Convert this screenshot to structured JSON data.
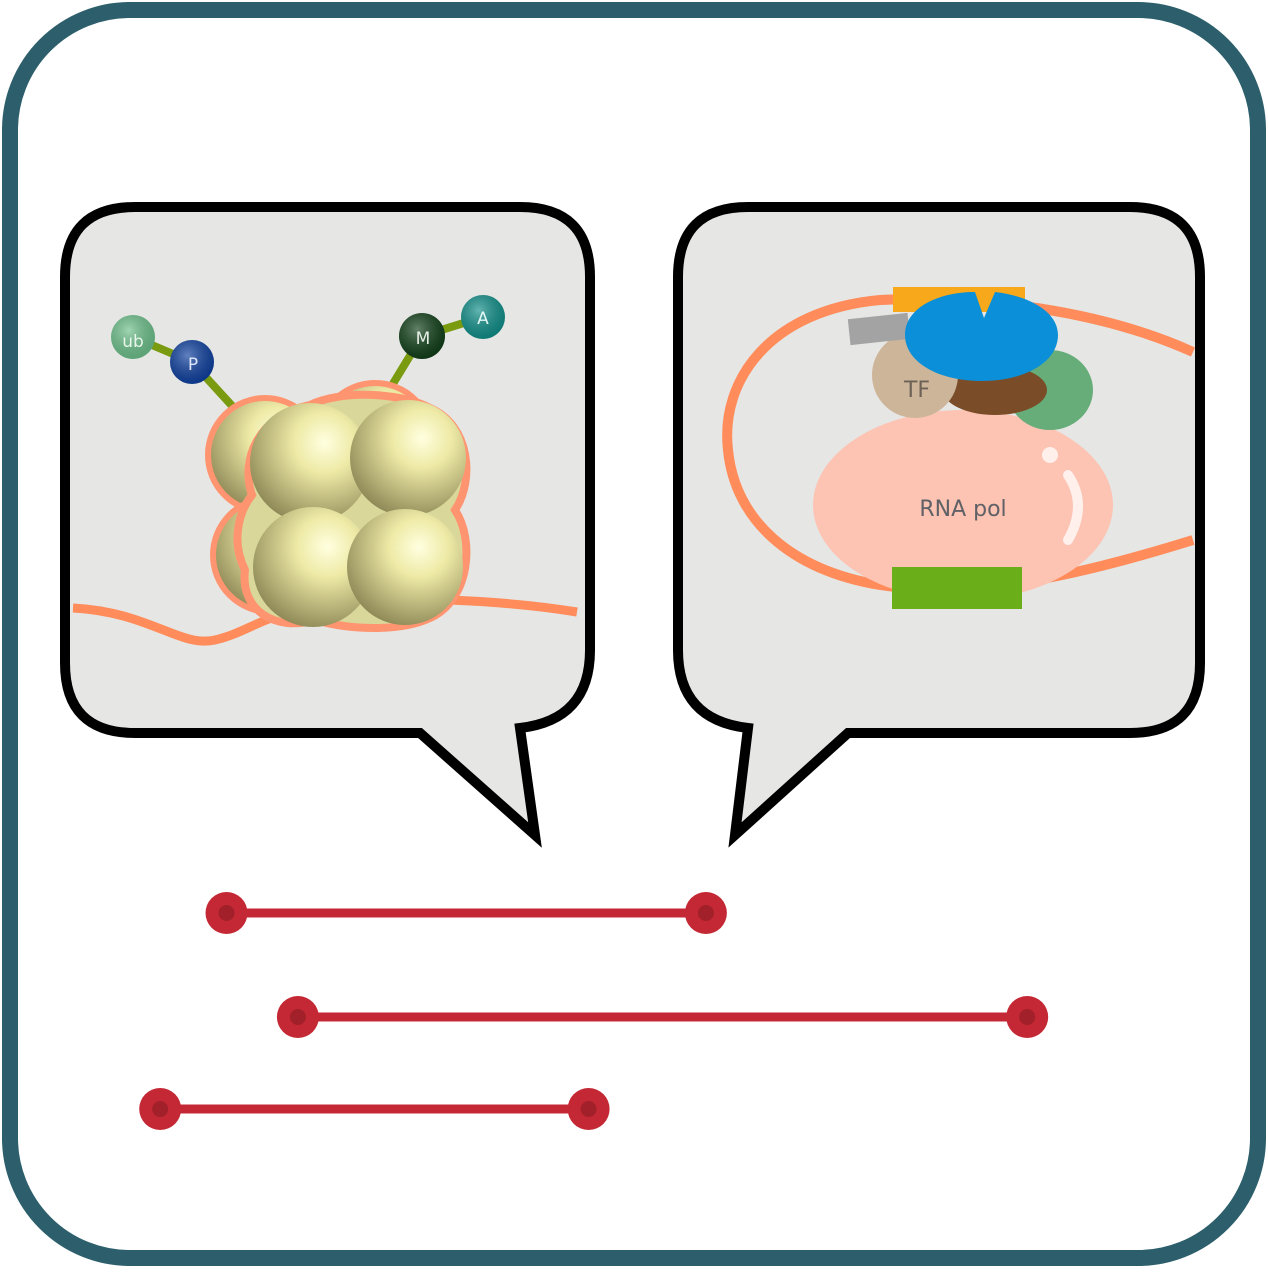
{
  "colors": {
    "frame": "#2c5f6b",
    "bubble_fill": "#e6e6e4",
    "bubble_stroke": "#000000",
    "dna": "#ff8c5a",
    "histone": "#d9d79a",
    "histone_outline": "#ff9570",
    "link": "#7a9a10",
    "segment": "#c42834",
    "segment_dot": "#a12029",
    "rna_pol": "#fdc3b3",
    "tf": "#cdb59a",
    "activator_blue": "#0b8fd8",
    "activator_orange": "#f7a91b",
    "gray_block": "#a3a3a3",
    "brown": "#7a4d28",
    "green_blob": "#67ad79",
    "promoter": "#6aaf1a"
  },
  "left_panel": {
    "modifications": [
      {
        "label": "ub",
        "color": "#6cc08a"
      },
      {
        "label": "P",
        "color": "#0c3e9e"
      },
      {
        "label": "M",
        "color": "#0e3d16"
      },
      {
        "label": "A",
        "color": "#0e8e88"
      }
    ]
  },
  "right_panel": {
    "tf_label": "TF",
    "pol_label": "RNA pol"
  },
  "segments": [
    {
      "start": 0.075,
      "end": 0.545
    },
    {
      "start": 0.145,
      "end": 0.86
    },
    {
      "start": 0.01,
      "end": 0.43
    }
  ]
}
